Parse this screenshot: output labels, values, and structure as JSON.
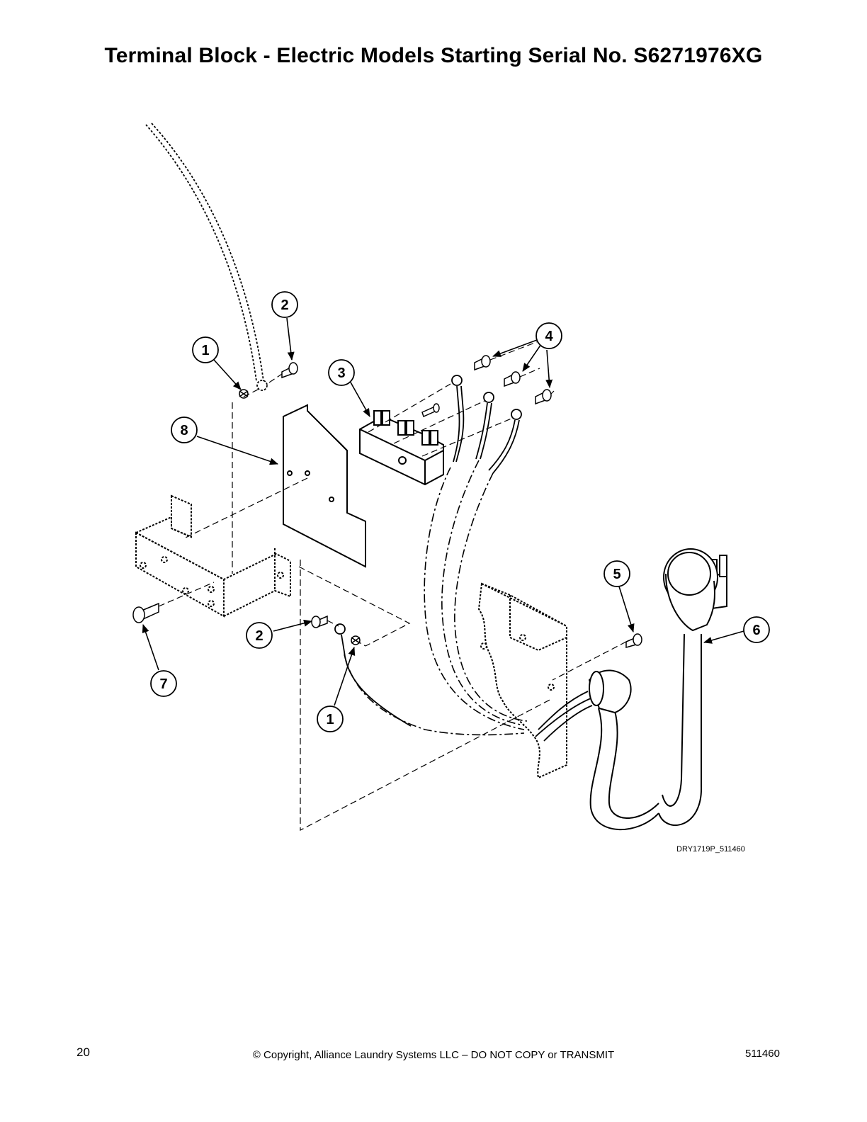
{
  "page": {
    "title": "Terminal Block - Electric Models Starting Serial No. S6271976XG",
    "drawing_code": "DRY1719P_511460",
    "page_number": "20",
    "copyright": "© Copyright, Alliance Laundry Systems LLC – DO NOT COPY or TRANSMIT",
    "document_number": "511460"
  },
  "callouts": {
    "c1a": "1",
    "c2a": "2",
    "c3": "3",
    "c4": "4",
    "c8": "8",
    "c5": "5",
    "c6": "6",
    "c2b": "2",
    "c7": "7",
    "c1b": "1"
  }
}
